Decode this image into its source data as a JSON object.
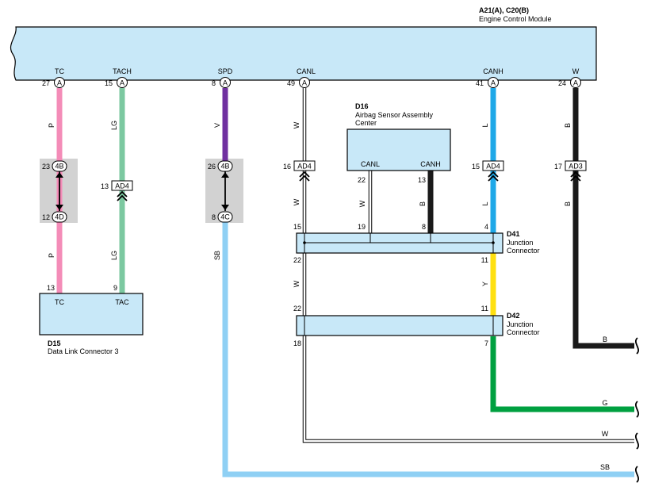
{
  "ecm": {
    "code": "A21(A), C20(B)",
    "name": "Engine Control Module",
    "pins": [
      {
        "label": "TC",
        "num": "27",
        "conn": "A"
      },
      {
        "label": "TACH",
        "num": "15",
        "conn": "A"
      },
      {
        "label": "SPD",
        "num": "8",
        "conn": "A"
      },
      {
        "label": "CANL",
        "num": "49",
        "conn": "A"
      },
      {
        "label": "CANH",
        "num": "41",
        "conn": "A"
      },
      {
        "label": "W",
        "num": "24",
        "conn": "A"
      }
    ]
  },
  "d16": {
    "code": "D16",
    "name_line1": "Airbag Sensor Assembly",
    "name_line2": "Center",
    "pin_canl": "CANL",
    "pin_canh": "CANH",
    "num_canl": "22",
    "num_canh": "13"
  },
  "d41": {
    "code": "D41",
    "name_line1": "Junction",
    "name_line2": "Connector",
    "pins_top": [
      "15",
      "19",
      "8",
      "4"
    ],
    "pins_bottom": [
      "22",
      "11"
    ]
  },
  "d42": {
    "code": "D42",
    "name_line1": "Junction",
    "name_line2": "Connector",
    "pins_top": [
      "22",
      "11"
    ],
    "pins_bottom": [
      "18",
      "7"
    ]
  },
  "d15": {
    "code": "D15",
    "name": "Data Link Connector 3",
    "pin_tc": "TC",
    "pin_tac": "TAC",
    "num_tc": "13",
    "num_tac": "9"
  },
  "inline": {
    "tc_top_num": "23",
    "tc_top_conn": "4B",
    "tc_bot_num": "12",
    "tc_bot_conn": "4D",
    "tach_num": "13",
    "tach_conn": "AD4",
    "spd_top_num": "26",
    "spd_top_conn": "4B",
    "spd_bot_num": "8",
    "spd_bot_conn": "4C",
    "canl_num": "16",
    "canl_conn": "AD4",
    "canh_num": "15",
    "canh_conn": "AD4",
    "w_num": "17",
    "w_conn": "AD3"
  },
  "wire_colors": {
    "tc_upper": "P",
    "tc_lower": "P",
    "tach_upper": "LG",
    "tach_lower": "LG",
    "spd_upper": "V",
    "spd_lower": "SB",
    "canl_upper": "W",
    "canl_mid": "W",
    "canl_lower": "W",
    "d16_canl": "W",
    "d16_canh": "B",
    "canh_upper": "L",
    "canh_mid": "L",
    "canh_lower": "Y",
    "w_upper": "B",
    "w_lower": "B"
  },
  "outputs": {
    "b": "B",
    "g": "G",
    "w": "W",
    "sb": "SB"
  },
  "colors": {
    "pink": "#f48cb8",
    "light_green": "#7cc8a0",
    "violet": "#7030a0",
    "blue": "#1ea8e8",
    "sky_blue": "#8fd0f4",
    "yellow": "#ffe010",
    "green": "#00a040",
    "black": "#1a1a1a",
    "module_fill": "#c8e8f8"
  }
}
